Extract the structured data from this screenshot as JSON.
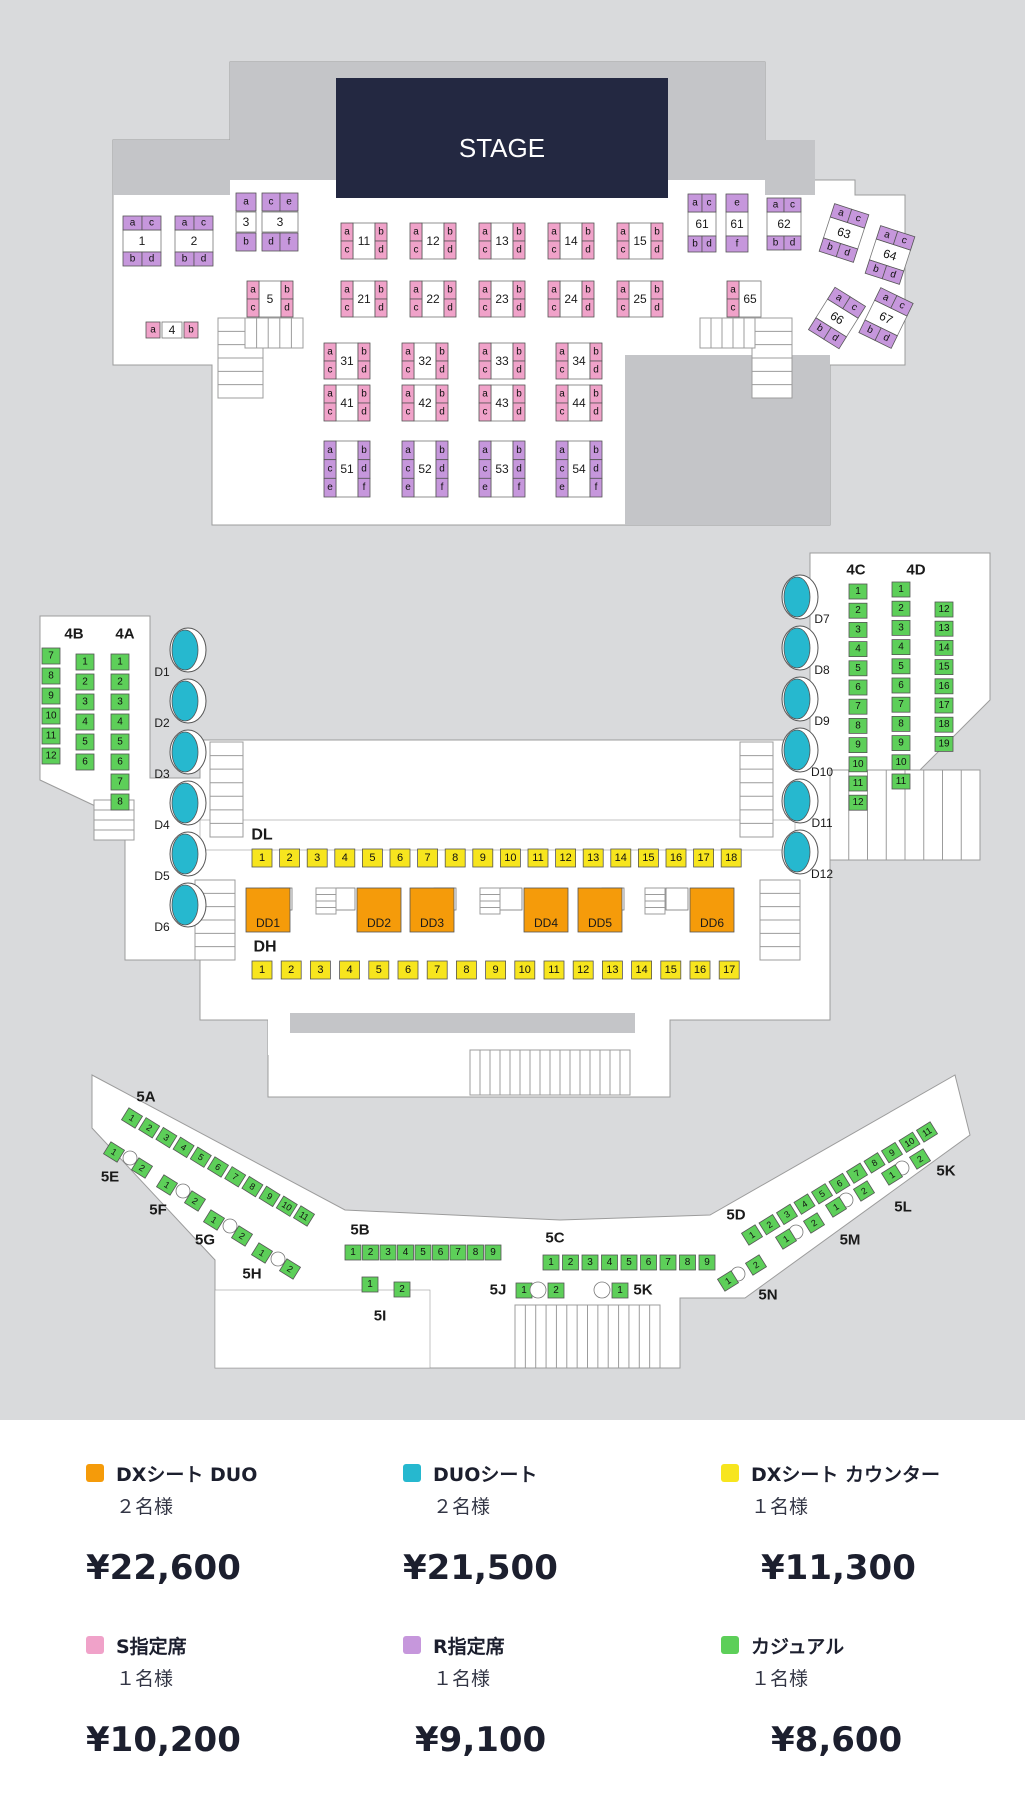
{
  "stage_label": "STAGE",
  "colors": {
    "dx_duo": "#f59b0a",
    "duo": "#26b8cf",
    "dx_counter": "#f7e51e",
    "s_seat": "#f0a2c9",
    "r_seat": "#c697dc",
    "casual": "#5dcf59",
    "stage": "#232841"
  },
  "floor1": {
    "tables_row1": [
      "1",
      "2",
      "3",
      "3",
      "11",
      "12",
      "13",
      "14",
      "15",
      "61",
      "61",
      "62",
      "63",
      "64"
    ],
    "tables_row2": [
      "5",
      "21",
      "22",
      "23",
      "24",
      "25",
      "65",
      "66",
      "67",
      "4"
    ],
    "tables_row3": [
      "31",
      "32",
      "33",
      "34",
      "41",
      "42",
      "43",
      "44",
      "51",
      "52",
      "53",
      "54"
    ],
    "seat_letters": [
      "a",
      "b",
      "c",
      "d",
      "e",
      "f"
    ]
  },
  "floor4": {
    "sections": [
      "4B",
      "4A",
      "4C",
      "4D",
      "DL",
      "DH"
    ],
    "col_4B": [
      "7",
      "8",
      "9",
      "10",
      "11",
      "12"
    ],
    "col_4A_left": [
      "1",
      "2",
      "3",
      "4",
      "5",
      "6"
    ],
    "col_4A_right": [
      "1",
      "2",
      "3",
      "4",
      "5",
      "6",
      "7",
      "8"
    ],
    "col_4C_left": [
      "1",
      "2",
      "3",
      "4",
      "5",
      "6",
      "7",
      "8",
      "9",
      "10",
      "11",
      "12"
    ],
    "col_4C_right": [
      "1",
      "2",
      "3",
      "4",
      "5",
      "6",
      "7",
      "8",
      "9",
      "10",
      "11"
    ],
    "col_4D": [
      "12",
      "13",
      "14",
      "15",
      "16",
      "17",
      "18",
      "19"
    ],
    "duo_left": [
      "D1",
      "D2",
      "D3",
      "D4",
      "D5",
      "D6"
    ],
    "duo_right": [
      "D7",
      "D8",
      "D9",
      "D10",
      "D11",
      "D12"
    ],
    "dl_seats": [
      "1",
      "2",
      "3",
      "4",
      "5",
      "6",
      "7",
      "8",
      "9",
      "10",
      "11",
      "12",
      "13",
      "14",
      "15",
      "16",
      "17",
      "18"
    ],
    "dh_seats": [
      "1",
      "2",
      "3",
      "4",
      "5",
      "6",
      "7",
      "8",
      "9",
      "10",
      "11",
      "12",
      "13",
      "14",
      "15",
      "16",
      "17"
    ],
    "dx_duo": [
      "DD1",
      "DD2",
      "DD3",
      "DD4",
      "DD5",
      "DD6"
    ]
  },
  "floor5": {
    "sections": [
      "5A",
      "5B",
      "5C",
      "5D",
      "5E",
      "5F",
      "5G",
      "5H",
      "5I",
      "5J",
      "5K",
      "5K",
      "5L",
      "5M",
      "5N"
    ],
    "row_5A": [
      "1",
      "2",
      "3",
      "4",
      "5",
      "6",
      "7",
      "8",
      "9",
      "10",
      "11"
    ],
    "row_5E": [
      "1",
      "2"
    ],
    "row_5F": [
      "1",
      "2"
    ],
    "row_5G": [
      "1",
      "2"
    ],
    "row_5H": [
      "1",
      "2"
    ],
    "row_5B": [
      "1",
      "2",
      "3",
      "4",
      "5",
      "6",
      "7",
      "8",
      "9"
    ],
    "row_5C": [
      "1",
      "2",
      "3",
      "4",
      "5",
      "6",
      "7",
      "8",
      "9"
    ],
    "row_5I": [
      "1",
      "2"
    ],
    "row_5J": [
      "1",
      "2"
    ],
    "row_5K_center": [
      "1"
    ],
    "row_5D": [
      "1",
      "2",
      "3",
      "4",
      "5",
      "6",
      "7",
      "8",
      "9",
      "10",
      "11"
    ],
    "row_5N": [
      "1",
      "2"
    ],
    "row_5M": [
      "1",
      "2"
    ],
    "row_5L": [
      "1",
      "2"
    ],
    "row_5K_right": [
      "1",
      "2"
    ]
  },
  "legend": [
    {
      "name": "DXシート DUO",
      "count": "２名様",
      "price": "¥22,600",
      "color": "#f59b0a"
    },
    {
      "name": "DUOシート",
      "count": "２名様",
      "price": "¥21,500",
      "color": "#26b8cf"
    },
    {
      "name": "DXシート カウンター",
      "count": "１名様",
      "price": "¥11,300",
      "color": "#f7e51e"
    },
    {
      "name": "S指定席",
      "count": "１名様",
      "price": "¥10,200",
      "color": "#f0a2c9"
    },
    {
      "name": "R指定席",
      "count": "１名様",
      "price": "¥9,100",
      "color": "#c697dc"
    },
    {
      "name": "カジュアル",
      "count": "１名様",
      "price": "¥8,600",
      "color": "#5dcf59"
    }
  ]
}
